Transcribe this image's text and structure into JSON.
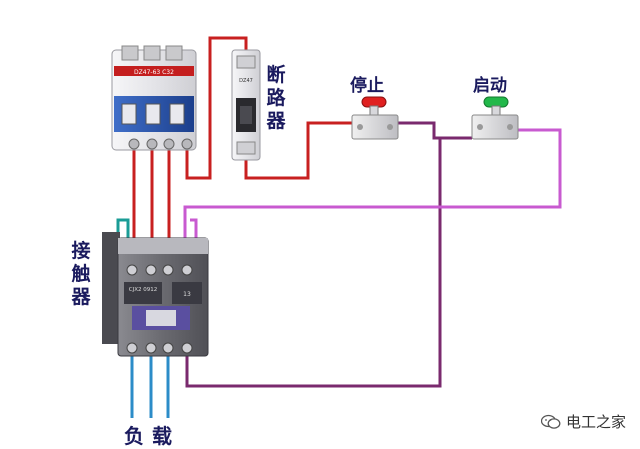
{
  "labels": {
    "breaker_chars": [
      "断",
      "路",
      "器"
    ],
    "stop": "停止",
    "start": "启动",
    "contactor_chars": [
      "接",
      "触",
      "器"
    ],
    "load": "负载"
  },
  "watermark": {
    "text": "电工之家",
    "icon": "wechat-icon"
  },
  "breaker_face_text": "DZ47-63 C32",
  "single_breaker_face_text": "DZ47",
  "contactor_face_text": "CJX2 0912",
  "contactor_tag": "13",
  "colors": {
    "wire_power": "#c82020",
    "wire_control_dark": "#7a2a6e",
    "wire_control_light": "#c85ad0",
    "wire_load": "#2c8cc8",
    "contactor_body": "#6e6e72",
    "breaker_body": "#e8e8ea",
    "stop_button": "#e02020",
    "start_button": "#22b84a",
    "label_text": "#1a1a5e"
  }
}
